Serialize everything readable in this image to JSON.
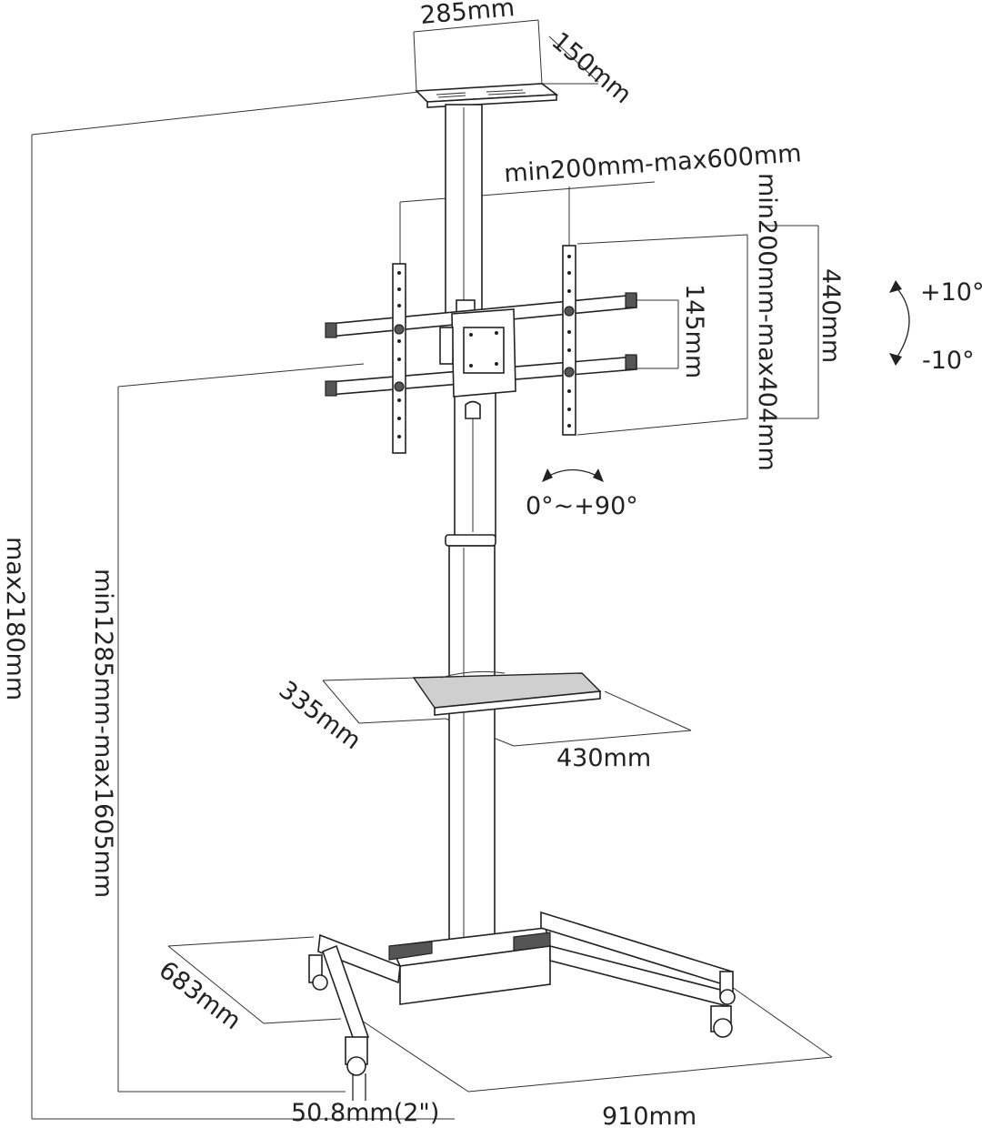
{
  "labels": {
    "top_shelf_width": "285mm",
    "top_shelf_depth": "150mm",
    "horizontal_vesa": "min200mm-max600mm",
    "vertical_vesa": "min200mm-max404mm",
    "bracket_height": "440mm",
    "arm_spacing": "145mm",
    "tilt_up": "+10°",
    "tilt_down": "-10°",
    "rotation": "0°~+90°",
    "max_height": "max2180mm",
    "height_range": "min1285mm-max1605mm",
    "mid_shelf_depth": "335mm",
    "mid_shelf_width": "430mm",
    "base_depth": "683mm",
    "base_width": "910mm",
    "caster_size": "50.8mm(2\")"
  },
  "colors": {
    "line": "#222222",
    "fill_gray": "#cfcfcf",
    "fill_dark": "#555555"
  }
}
